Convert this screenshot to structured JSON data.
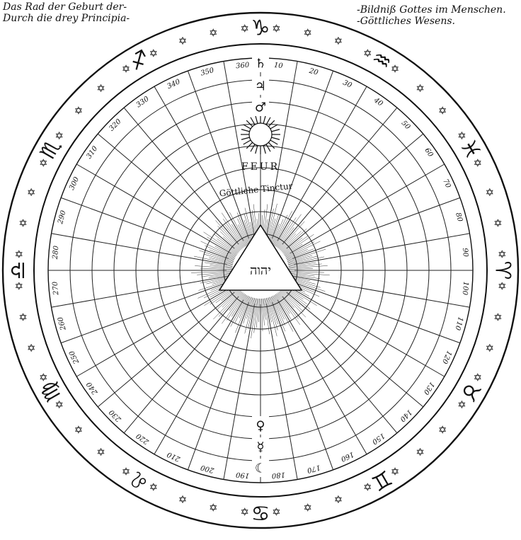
{
  "caption_left": {
    "line1": "Das Rad der Geburt der-",
    "line2": "Durch die drey Principia-"
  },
  "caption_right": {
    "line1": "-Bildniß Gottes im Menschen.",
    "line2": "-Göttliches Wesens."
  },
  "center": {
    "feur": "FEUR",
    "tinctur": "Göttliche Tinctur",
    "tetragrammaton": "יהוה"
  },
  "degree_labels": [
    "10",
    "20",
    "30",
    "40",
    "50",
    "60",
    "70",
    "80",
    "90",
    "100",
    "110",
    "120",
    "130",
    "140",
    "150",
    "160",
    "170",
    "180",
    "190",
    "200",
    "210",
    "220",
    "230",
    "240",
    "250",
    "260",
    "270",
    "280",
    "290",
    "300",
    "310",
    "320",
    "330",
    "340",
    "350",
    "360"
  ],
  "zodiac": [
    {
      "name": "capricorn",
      "glyph": "♑"
    },
    {
      "name": "aquarius",
      "glyph": "♒"
    },
    {
      "name": "pisces",
      "glyph": "♓"
    },
    {
      "name": "aries",
      "glyph": "♈"
    },
    {
      "name": "taurus",
      "glyph": "♉"
    },
    {
      "name": "gemini",
      "glyph": "♊"
    },
    {
      "name": "cancer",
      "glyph": "♋"
    },
    {
      "name": "leo",
      "glyph": "♌"
    },
    {
      "name": "virgo",
      "glyph": "♍"
    },
    {
      "name": "libra",
      "glyph": "♎"
    },
    {
      "name": "scorpio",
      "glyph": "♏"
    },
    {
      "name": "sagittarius",
      "glyph": "♐"
    }
  ],
  "planets_upper": [
    {
      "name": "saturn",
      "glyph": "♄"
    },
    {
      "name": "jupiter",
      "glyph": "♃"
    },
    {
      "name": "mars",
      "glyph": "♂"
    }
  ],
  "planets_lower": [
    {
      "name": "venus",
      "glyph": "♀"
    },
    {
      "name": "mercury",
      "glyph": "☿"
    },
    {
      "name": "moon",
      "glyph": "☾"
    }
  ],
  "star_glyph": "✡"
}
